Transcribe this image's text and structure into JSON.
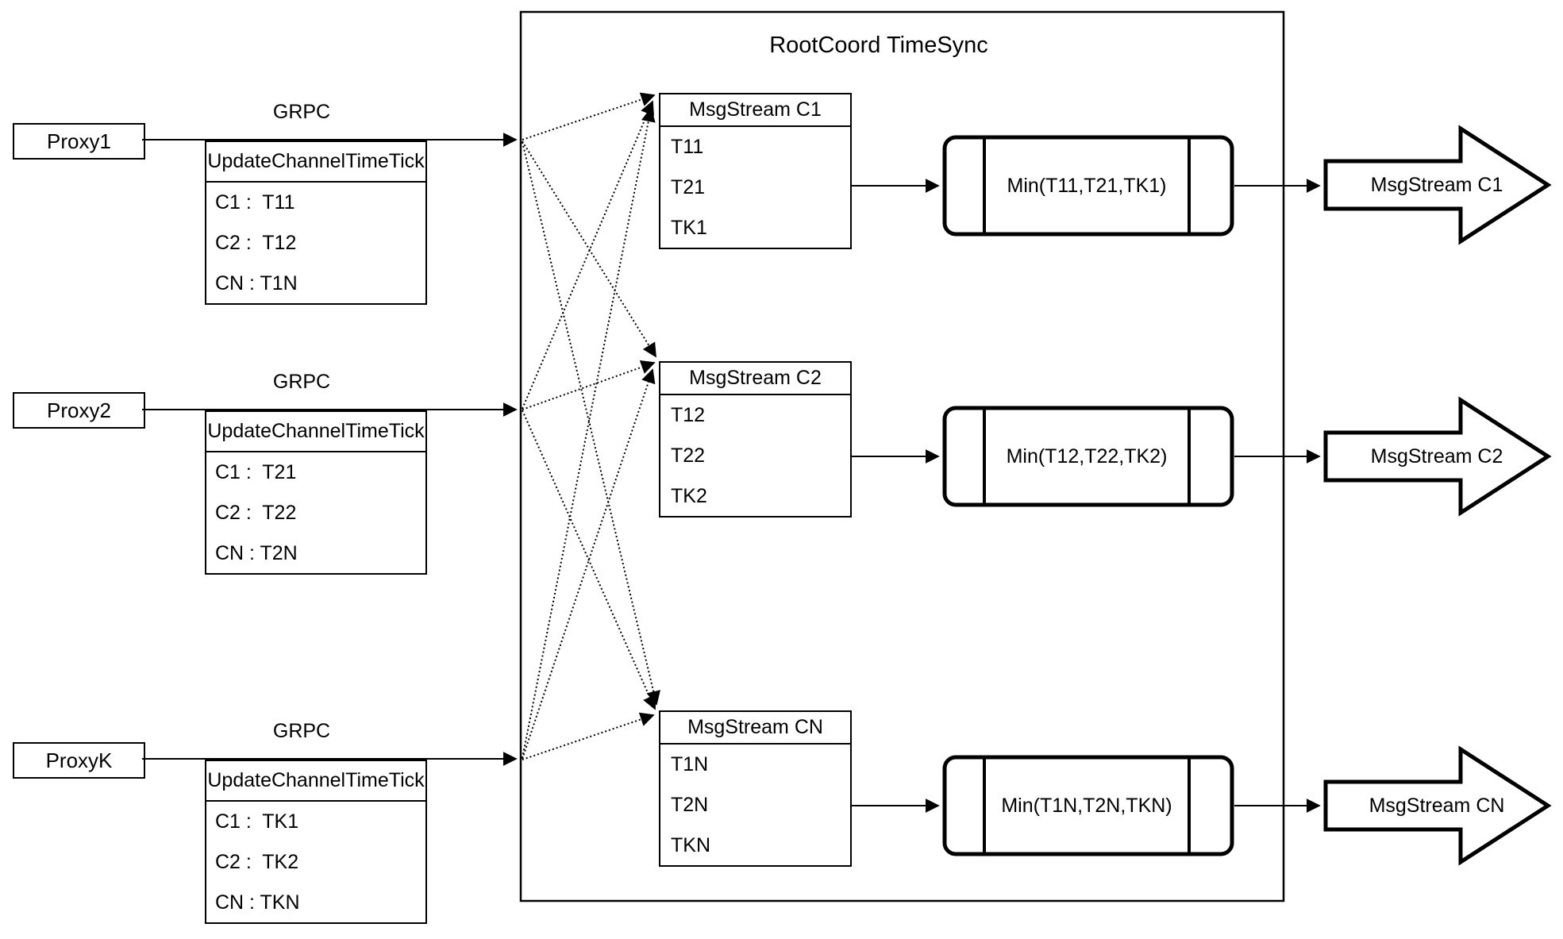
{
  "diagram": {
    "title": "RootCoord TimeSync",
    "grpc_label": "GRPC",
    "colors": {
      "line": "#000000",
      "background": "#ffffff"
    },
    "proxies": [
      {
        "name": "Proxy1",
        "message": {
          "title": "UpdateChannelTimeTick",
          "rows": [
            "C1 :  T11",
            "C2 :  T12",
            "CN : T1N"
          ]
        }
      },
      {
        "name": "Proxy2",
        "message": {
          "title": "UpdateChannelTimeTick",
          "rows": [
            "C1 :  T21",
            "C2 :  T22",
            "CN : T2N"
          ]
        }
      },
      {
        "name": "ProxyK",
        "message": {
          "title": "UpdateChannelTimeTick",
          "rows": [
            "C1 :  TK1",
            "C2 :  TK2",
            "CN : TKN"
          ]
        }
      }
    ],
    "streams": [
      {
        "title": "MsgStream C1",
        "rows": [
          "T11",
          "T21",
          "TK1"
        ],
        "min": "Min(T11,T21,TK1)",
        "output": "MsgStream C1"
      },
      {
        "title": "MsgStream C2",
        "rows": [
          "T12",
          "T22",
          "TK2"
        ],
        "min": "Min(T12,T22,TK2)",
        "output": "MsgStream C2"
      },
      {
        "title": "MsgStream CN",
        "rows": [
          "T1N",
          "T2N",
          "TKN"
        ],
        "min": "Min(T1N,T2N,TKN)",
        "output": "MsgStream CN"
      }
    ]
  }
}
